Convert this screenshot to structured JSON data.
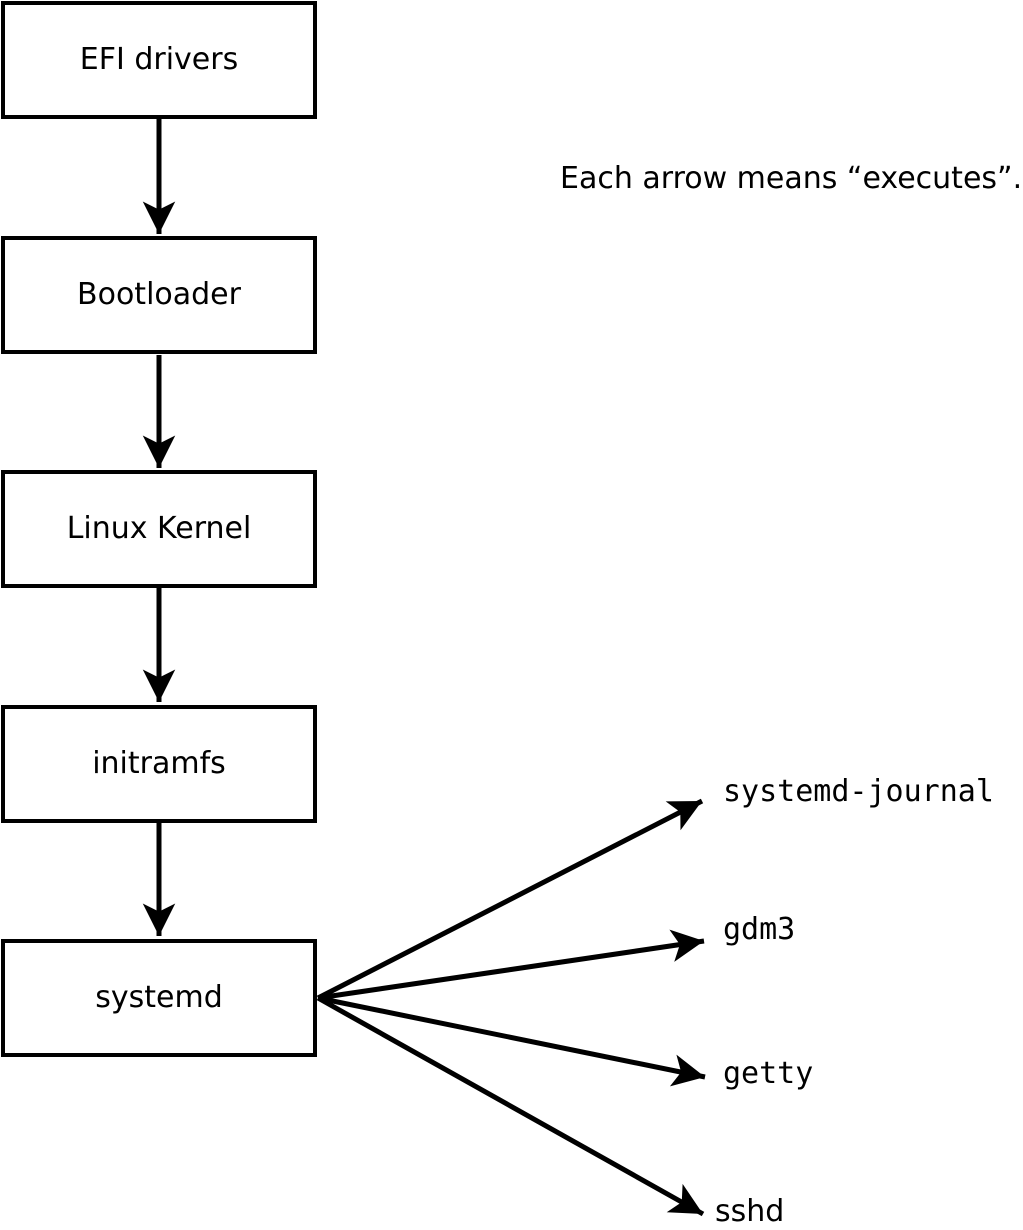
{
  "note": "Each arrow means “executes”.",
  "chain_boxes": [
    {
      "label": "EFI drivers"
    },
    {
      "label": "Bootloader"
    },
    {
      "label": "Linux Kernel"
    },
    {
      "label": "initramfs"
    },
    {
      "label": "systemd"
    }
  ],
  "spawned_processes": [
    {
      "label": "systemd-journal"
    },
    {
      "label": "gdm3"
    },
    {
      "label": "getty"
    },
    {
      "label": "sshd"
    }
  ],
  "colors": {
    "foreground": "#000000",
    "background": "#ffffff"
  }
}
